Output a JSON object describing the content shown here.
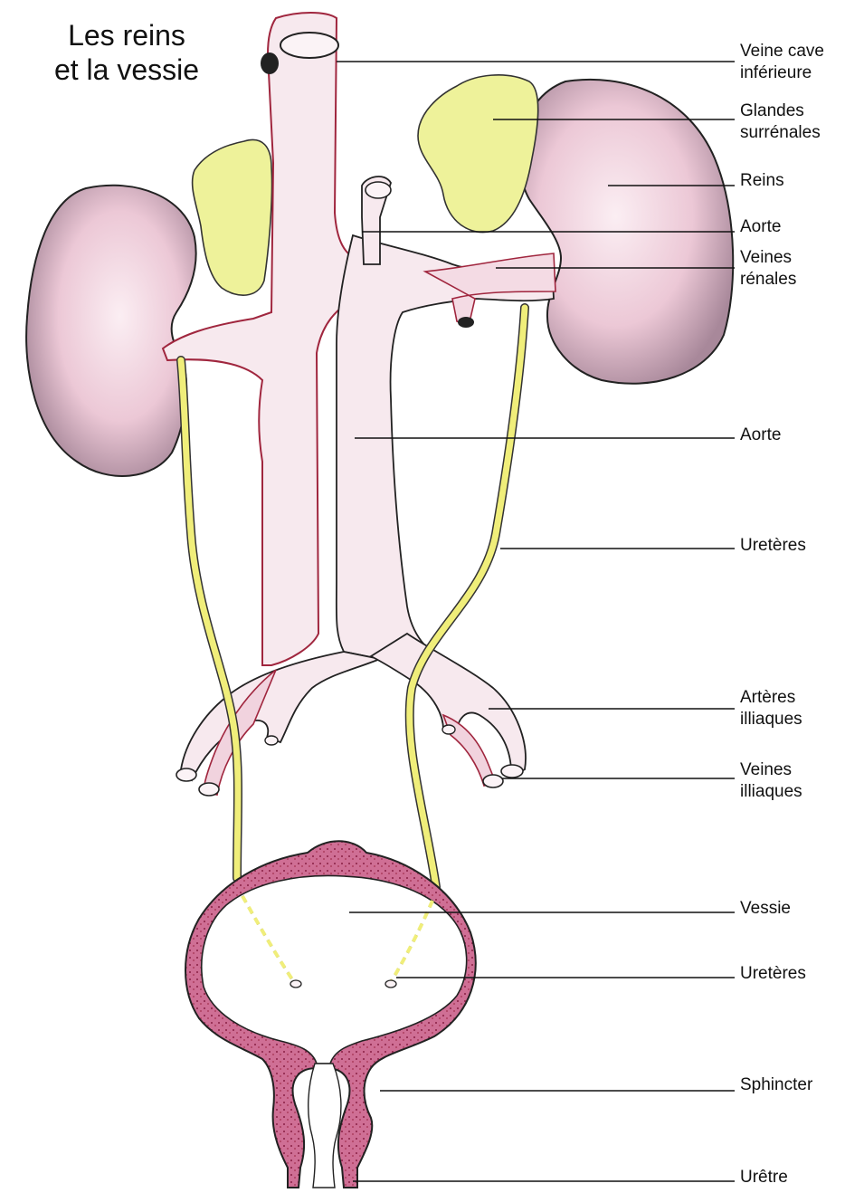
{
  "title": [
    "Les reins",
    "et la vessie"
  ],
  "labels": {
    "veine_cave": [
      "Veine cave",
      "inférieure"
    ],
    "glandes": [
      "Glandes",
      "surrénales"
    ],
    "reins": "Reins",
    "aorte_top": "Aorte",
    "veines_renales": [
      "Veines",
      "rénales"
    ],
    "aorte": "Aorte",
    "ureteres": "Uretères",
    "arteres_illiaques": [
      "Artères",
      "illiaques"
    ],
    "veines_illiaques": [
      "Veines",
      "illiaques"
    ],
    "vessie": "Vessie",
    "ureteres_bladder": "Uretères",
    "sphincter": "Sphincter",
    "uretre": "Urêtre"
  },
  "colors": {
    "kidney": "#ecc8d6",
    "vessel": "#f7e9ee",
    "vessel_edge": "#a0263e",
    "gland": "#eef29a",
    "ureter": "#f0ee7a",
    "bladder_wall": "#c75d86"
  }
}
